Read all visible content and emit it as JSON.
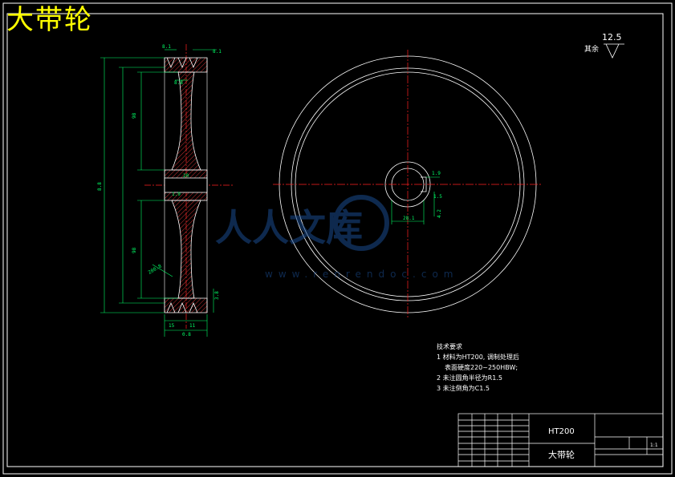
{
  "drawing": {
    "title": "大带轮",
    "surface_finish": {
      "value": "12.5",
      "label": "其余"
    },
    "section_dims": [
      "8.1",
      "8.1",
      "8.8",
      "98",
      "98",
      "20",
      "1.9",
      "200.8",
      "15",
      "11",
      "0.8",
      "8.8",
      "3.8"
    ],
    "front_dims": [
      "1.9",
      "1.5",
      "28.1",
      "4.2"
    ],
    "tech_requirements": {
      "heading": "技术要求",
      "items": [
        "1 材料为HT200, 调制处理后",
        "表面硬度220~250HBW;",
        "2 未注圆角半径为R1.5",
        "3 未注倒角为C1.5"
      ]
    },
    "title_block": {
      "material": "HT200",
      "part_name": "大带轮",
      "scale": "1:1"
    },
    "watermark": {
      "brand": "人人文库",
      "url": "www.renrendoc.com"
    }
  },
  "colors": {
    "background": "#000000",
    "outline": "#ffffff",
    "centerline": "#ff2020",
    "dimension": "#00ff66",
    "hatch": "#ff4040",
    "title": "#ffff00",
    "watermark": "#1a4c8f"
  }
}
